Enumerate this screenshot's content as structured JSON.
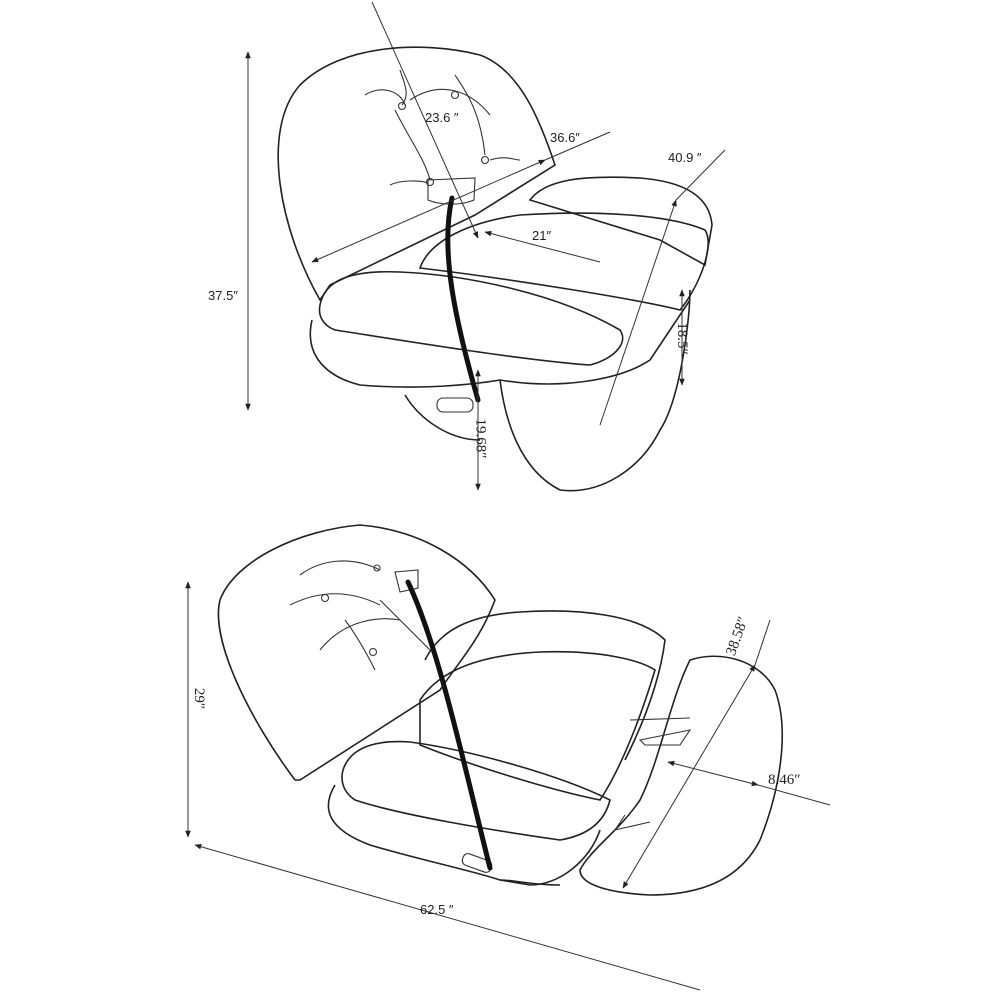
{
  "upright_view": {
    "backrest_height": "23.6 ″",
    "overall_width": "36.6″",
    "overall_depth": "40.9 ″",
    "seat_width": "21″",
    "overall_height": "37.5″",
    "seat_height": "18.5″",
    "seat_depth": "19.68″"
  },
  "reclined_view": {
    "reclined_height": "29″",
    "footrest_width": "38.58″",
    "footrest_depth": "8.46″",
    "reclined_length": "62.5 ″"
  },
  "colors": {
    "line": "#222222",
    "background": "#ffffff"
  }
}
